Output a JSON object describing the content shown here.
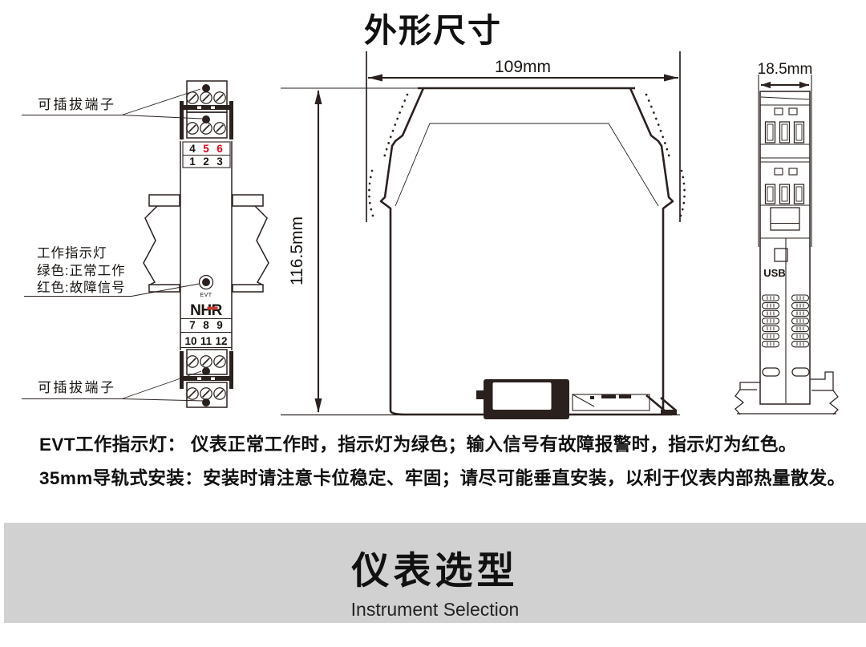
{
  "header": {
    "title": "外形尺寸"
  },
  "front_view": {
    "pluggable_top": "可插拔端子",
    "pluggable_bottom": "可插拔端子",
    "indicator_lines": [
      "工作指示灯",
      "绿色:正常工作",
      "红色:故障信号"
    ],
    "led_label": "EVT",
    "brand": "NHR",
    "terminal_rows": {
      "r456": [
        "4",
        "5",
        "6"
      ],
      "r123": [
        "1",
        "2",
        "3"
      ],
      "r789": [
        "7",
        "8",
        "9"
      ],
      "r10": [
        "10",
        "11",
        "12"
      ]
    }
  },
  "dimensions": {
    "width": "109mm",
    "height": "116.5mm",
    "depth": "18.5mm"
  },
  "end_view": {
    "usb": "USB"
  },
  "notes": [
    "EVT工作指示灯： 仪表正常工作时，指示灯为绿色；输入信号有故障报警时，指示灯为红色。",
    "35mm导轨式安装：安装时请注意卡位稳定、牢固；请尽可能垂直安装，以利于仪表内部热量散发。"
  ],
  "banner": {
    "title": "仪表选型",
    "subtitle": "Instrument Selection"
  },
  "colors": {
    "ink": "#2a211e",
    "digit_red": "#e60012",
    "logo_red": "#c8392b",
    "banner_bg": "#d1d1d1"
  }
}
